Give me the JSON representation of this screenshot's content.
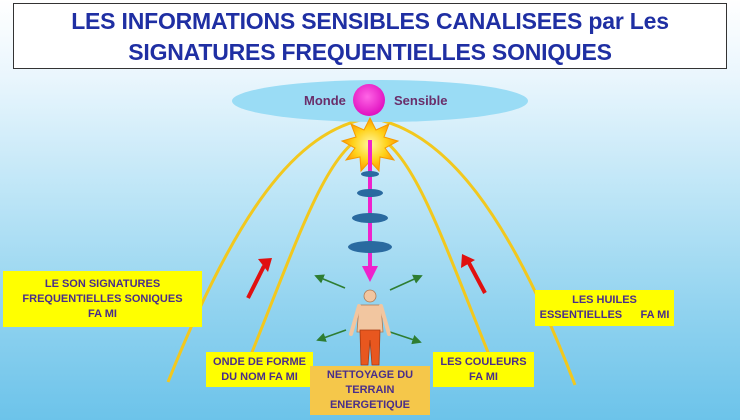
{
  "title": {
    "line1": "LES INFORMATIONS SENSIBLES CANALISEES par Les",
    "line2": "SIGNATURES FREQUENTIELLES SONIQUES"
  },
  "top_ellipse": {
    "left_label": "Monde",
    "right_label": "Sensible"
  },
  "boxes": {
    "son": {
      "line1": "LE SON SIGNATURES",
      "line2": "FREQUENTIELLES SONIQUES",
      "line3": "FA MI"
    },
    "huiles": {
      "line1": "LES HUILES",
      "line2": "ESSENTIELLES      FA MI"
    },
    "onde": {
      "line1": "ONDE DE FORME",
      "line2": "DU NOM FA MI"
    },
    "couleurs": {
      "line1": "LES COULEURS",
      "line2": "FA MI"
    },
    "nettoyage": {
      "line1": "NETTOYAGE DU",
      "line2": "TERRAIN",
      "line3": "ENERGETIQUE"
    }
  },
  "colors": {
    "title_text": "#1f2fa3",
    "ellipse": "#9adcf5",
    "sphere": "#ee22cc",
    "curves": "#f2c81e",
    "beam": "#ee22cc",
    "discs": "#2a6aa0",
    "red_arrows": "#e01010",
    "green_arrows": "#2e7d32",
    "box_yellow": "#ffff00",
    "box_orange": "#f5c74a"
  },
  "icons": [
    "starburst-icon",
    "human-figure-icon"
  ]
}
